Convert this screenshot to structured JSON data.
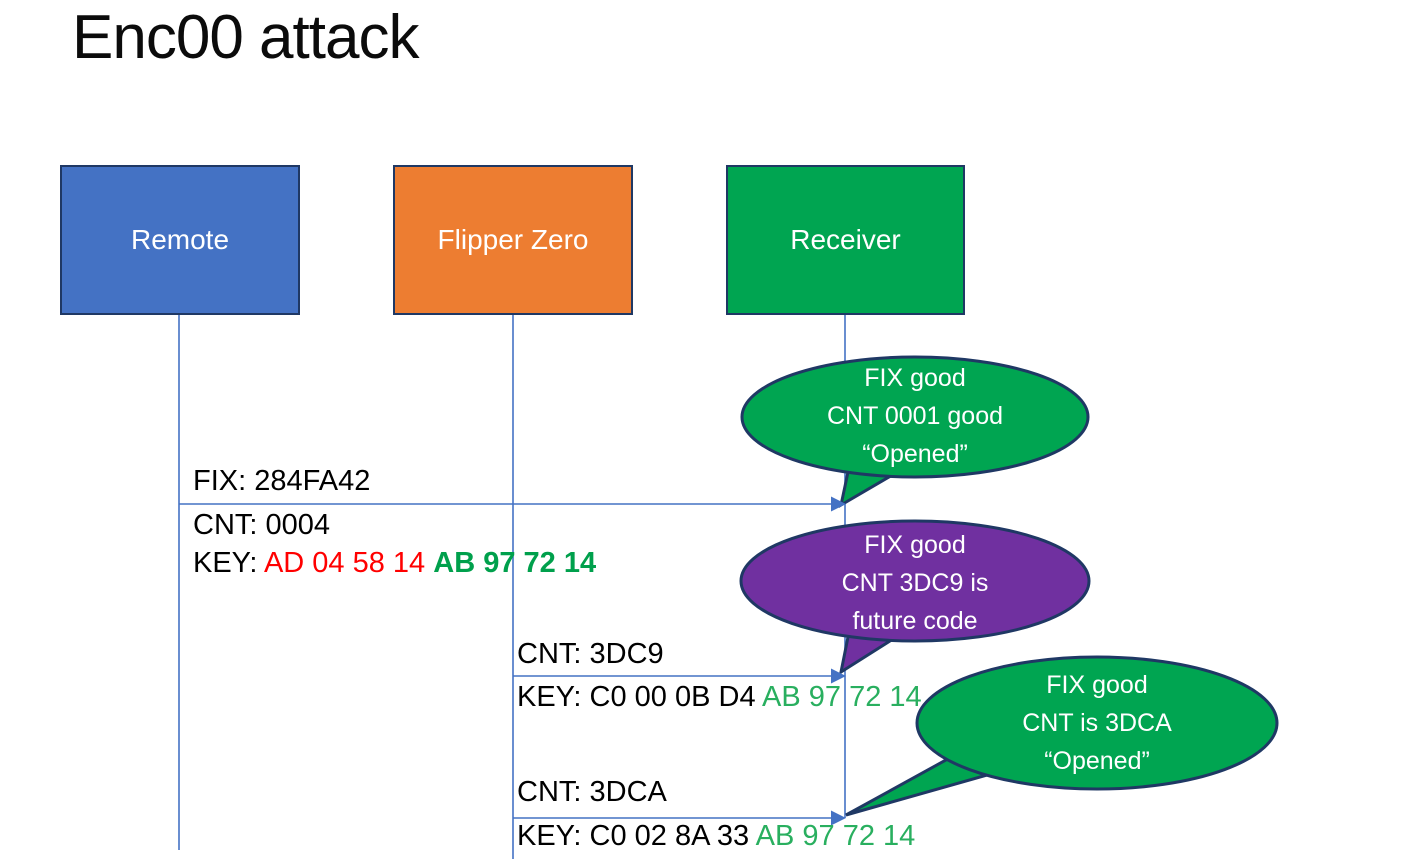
{
  "title": "Enc00 attack",
  "actors": [
    {
      "label": "Remote",
      "fill": "#4472C4"
    },
    {
      "label": "Flipper Zero",
      "fill": "#ED7D31"
    },
    {
      "label": "Receiver",
      "fill": "#00A551"
    }
  ],
  "colors": {
    "shape_border": "#1F3864",
    "line_blue": "#4472C4",
    "key_red": "#FF0000",
    "key_green_bold": "#00A04C",
    "key_green": "#29AF5F",
    "bubble_green": "#00A551",
    "bubble_purple": "#7030A0"
  },
  "messages": [
    {
      "fix": "FIX: 284FA42",
      "cnt": "CNT: 0004",
      "key_prefix": "KEY: ",
      "key_red": "AD 04 58 14 ",
      "key_green": "AB 97 72 14"
    },
    {
      "cnt": "CNT: 3DC9",
      "key_prefix": "KEY: C0 00 0B D4 ",
      "key_green": "AB 97 72 14"
    },
    {
      "cnt": "CNT: 3DCA",
      "key_prefix": "KEY: C0 02 8A 33 ",
      "key_green": "AB 97 72 14"
    }
  ],
  "bubbles": [
    {
      "fill": "#00A551",
      "lines": [
        "FIX good",
        "CNT 0001 good",
        "“Opened”"
      ]
    },
    {
      "fill": "#7030A0",
      "lines": [
        "FIX good",
        "CNT 3DC9 is",
        "future code"
      ]
    },
    {
      "fill": "#00A551",
      "lines": [
        "FIX good",
        "CNT is 3DCA",
        "“Opened”"
      ]
    }
  ]
}
